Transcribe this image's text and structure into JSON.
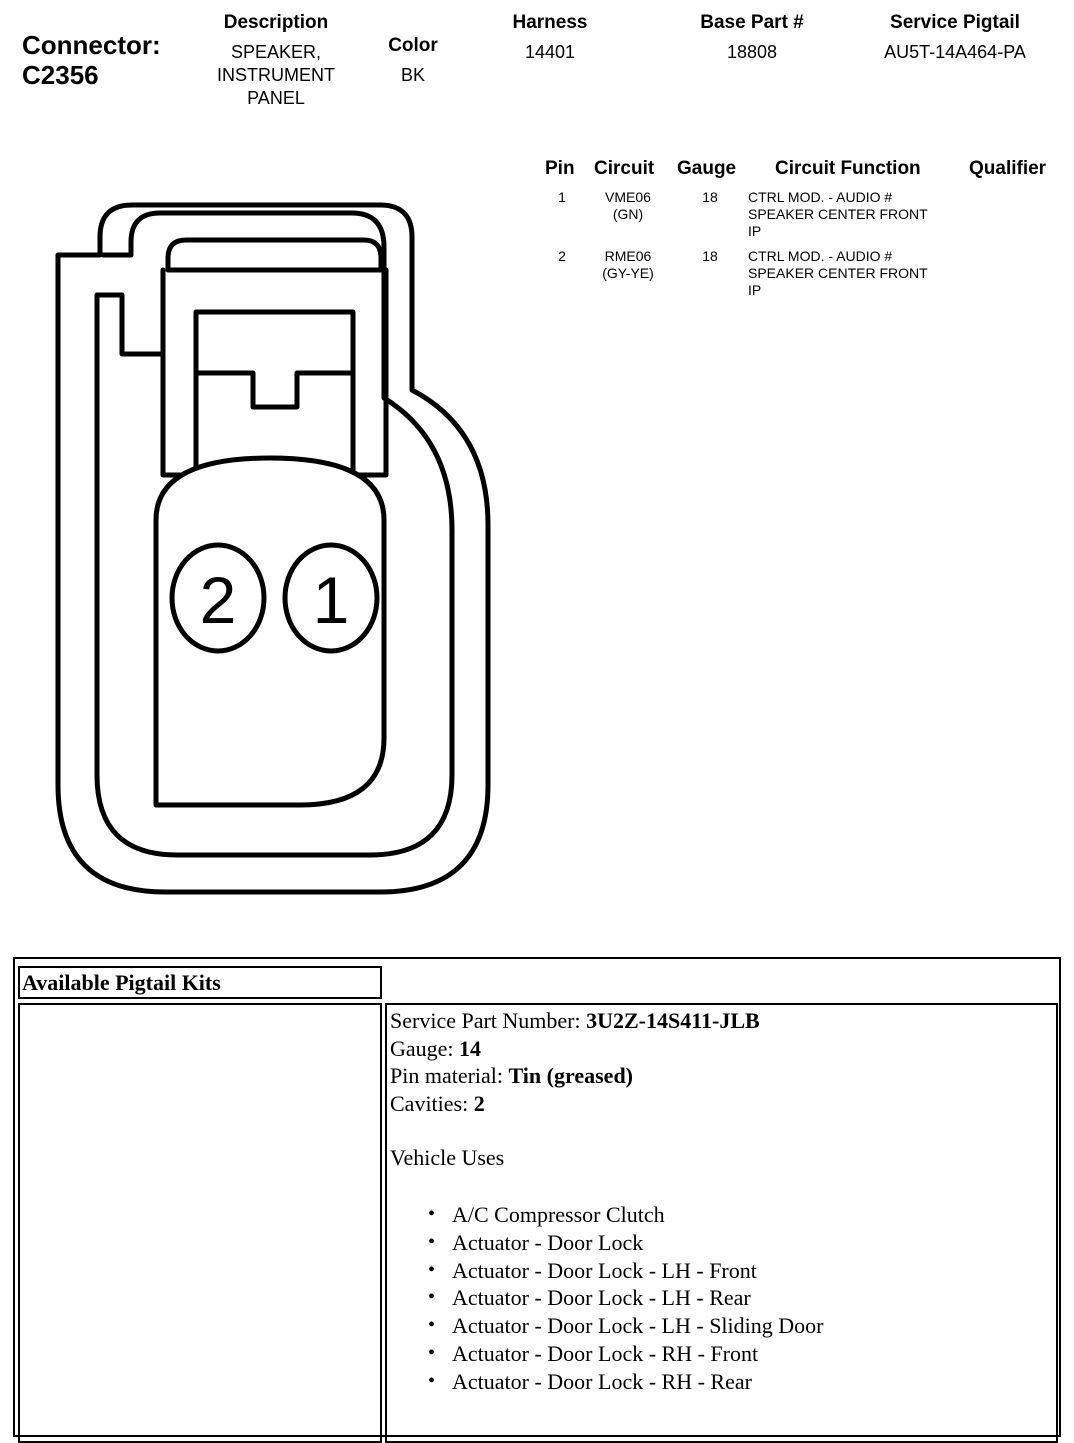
{
  "connector": {
    "label": "Connector:",
    "id": "C2356"
  },
  "header": {
    "description_label": "Description",
    "description_lines": [
      "SPEAKER,",
      "INSTRUMENT",
      "PANEL"
    ],
    "color_label": "Color",
    "color_value": "BK",
    "harness_label": "Harness",
    "harness_value": "14401",
    "base_part_label": "Base Part #",
    "base_part_value": "18808",
    "pigtail_label": "Service Pigtail",
    "pigtail_value": "AU5T-14A464-PA"
  },
  "pin_table": {
    "headers": {
      "pin": "Pin",
      "circuit": "Circuit",
      "gauge": "Gauge",
      "function": "Circuit Function",
      "qualifier": "Qualifier"
    },
    "rows": [
      {
        "pin": "1",
        "circuit": "VME06",
        "wire_color": "(GN)",
        "gauge": "18",
        "function_lines": [
          "CTRL MOD. - AUDIO #",
          "SPEAKER CENTER FRONT",
          "IP"
        ]
      },
      {
        "pin": "2",
        "circuit": "RME06",
        "wire_color": "(GY-YE)",
        "gauge": "18",
        "function_lines": [
          "CTRL MOD. - AUDIO #",
          "SPEAKER CENTER FRONT",
          "IP"
        ]
      }
    ]
  },
  "diagram": {
    "cavity_labels": [
      "2",
      "1"
    ]
  },
  "pigtail_kits": {
    "title": "Available Pigtail Kits",
    "service_part_label": "Service Part Number: ",
    "service_part_value": "3U2Z-14S411-JLB",
    "gauge_label": "Gauge: ",
    "gauge_value": "14",
    "pin_material_label": "Pin material: ",
    "pin_material_value": "Tin (greased)",
    "cavities_label": "Cavities: ",
    "cavities_value": "2",
    "vehicle_uses_label": "Vehicle Uses",
    "vehicle_uses": [
      "A/C Compressor Clutch",
      "Actuator - Door Lock",
      "Actuator - Door Lock - LH - Front",
      "Actuator - Door Lock - LH - Rear",
      "Actuator - Door Lock - LH - Sliding Door",
      "Actuator - Door Lock - RH - Front",
      "Actuator - Door Lock - RH - Rear"
    ]
  }
}
